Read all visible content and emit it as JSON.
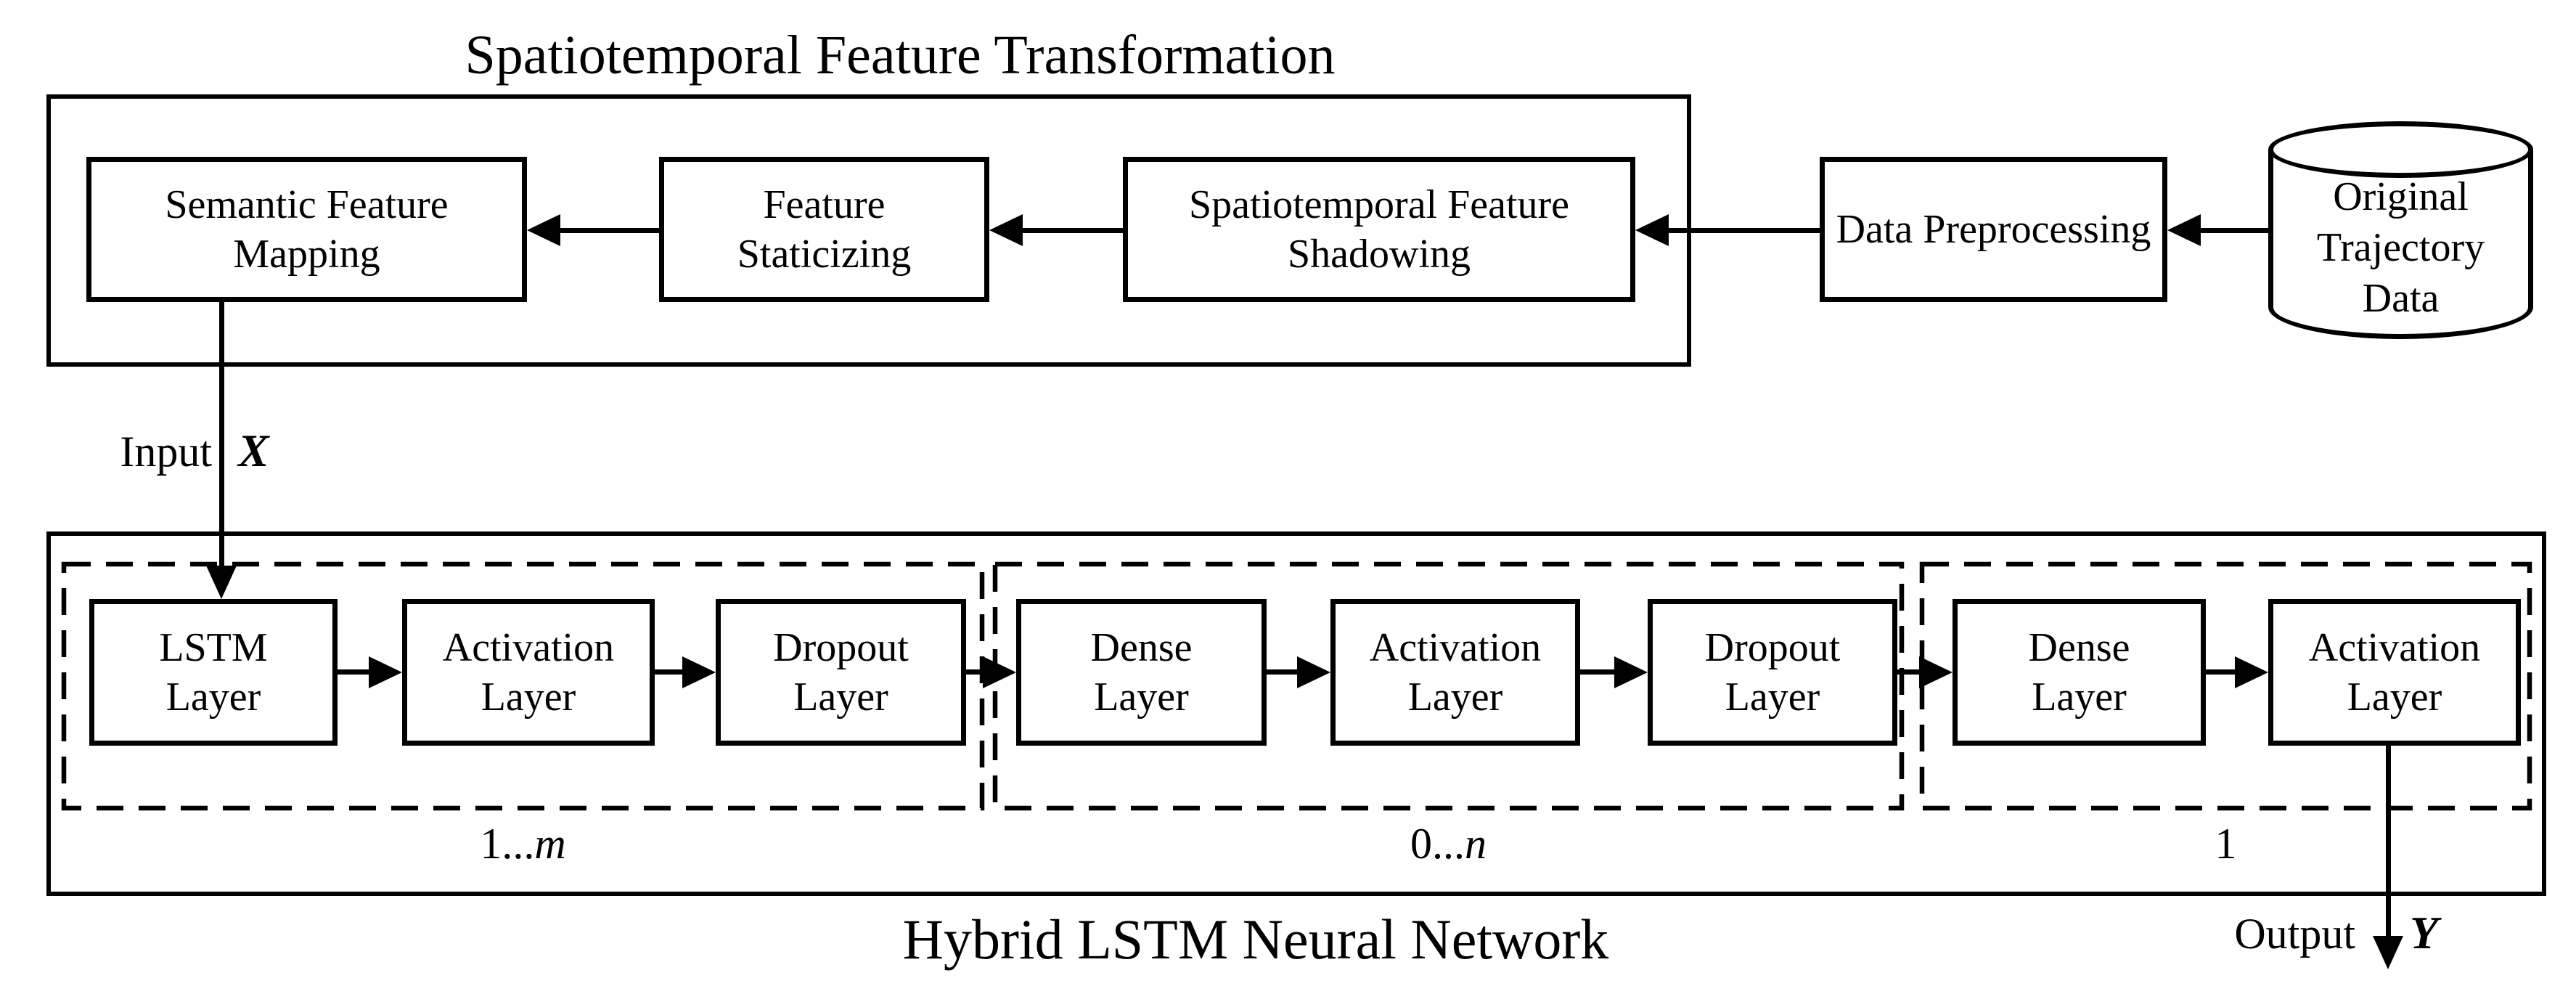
{
  "top": {
    "title": "Spatiotemporal Feature Transformation",
    "boxes": [
      {
        "label": "Semantic Feature Mapping"
      },
      {
        "label": "Feature Staticizing"
      },
      {
        "label": "Spatiotemporal Feature Shadowing"
      },
      {
        "label": "Data Preprocessing"
      }
    ],
    "datastore_label": "Original Trajectory Data"
  },
  "flow": {
    "input_label": "Input",
    "input_symbol": "X",
    "output_label": "Output",
    "output_symbol": "Y"
  },
  "network": {
    "title": "Hybrid LSTM Neural Network",
    "groups": [
      {
        "layers": [
          {
            "label": "LSTM Layer"
          },
          {
            "label": "Activation Layer"
          },
          {
            "label": "Dropout Layer"
          }
        ],
        "repeat_prefix": "1...",
        "repeat_var": "m"
      },
      {
        "layers": [
          {
            "label": "Dense Layer"
          },
          {
            "label": "Activation Layer"
          },
          {
            "label": "Dropout Layer"
          }
        ],
        "repeat_prefix": "0...",
        "repeat_var": "n"
      },
      {
        "layers": [
          {
            "label": "Dense Layer"
          },
          {
            "label": "Activation Layer"
          }
        ],
        "repeat_prefix": "1",
        "repeat_var": ""
      }
    ]
  },
  "colors": {
    "ink": "#000000",
    "background": "#ffffff"
  }
}
